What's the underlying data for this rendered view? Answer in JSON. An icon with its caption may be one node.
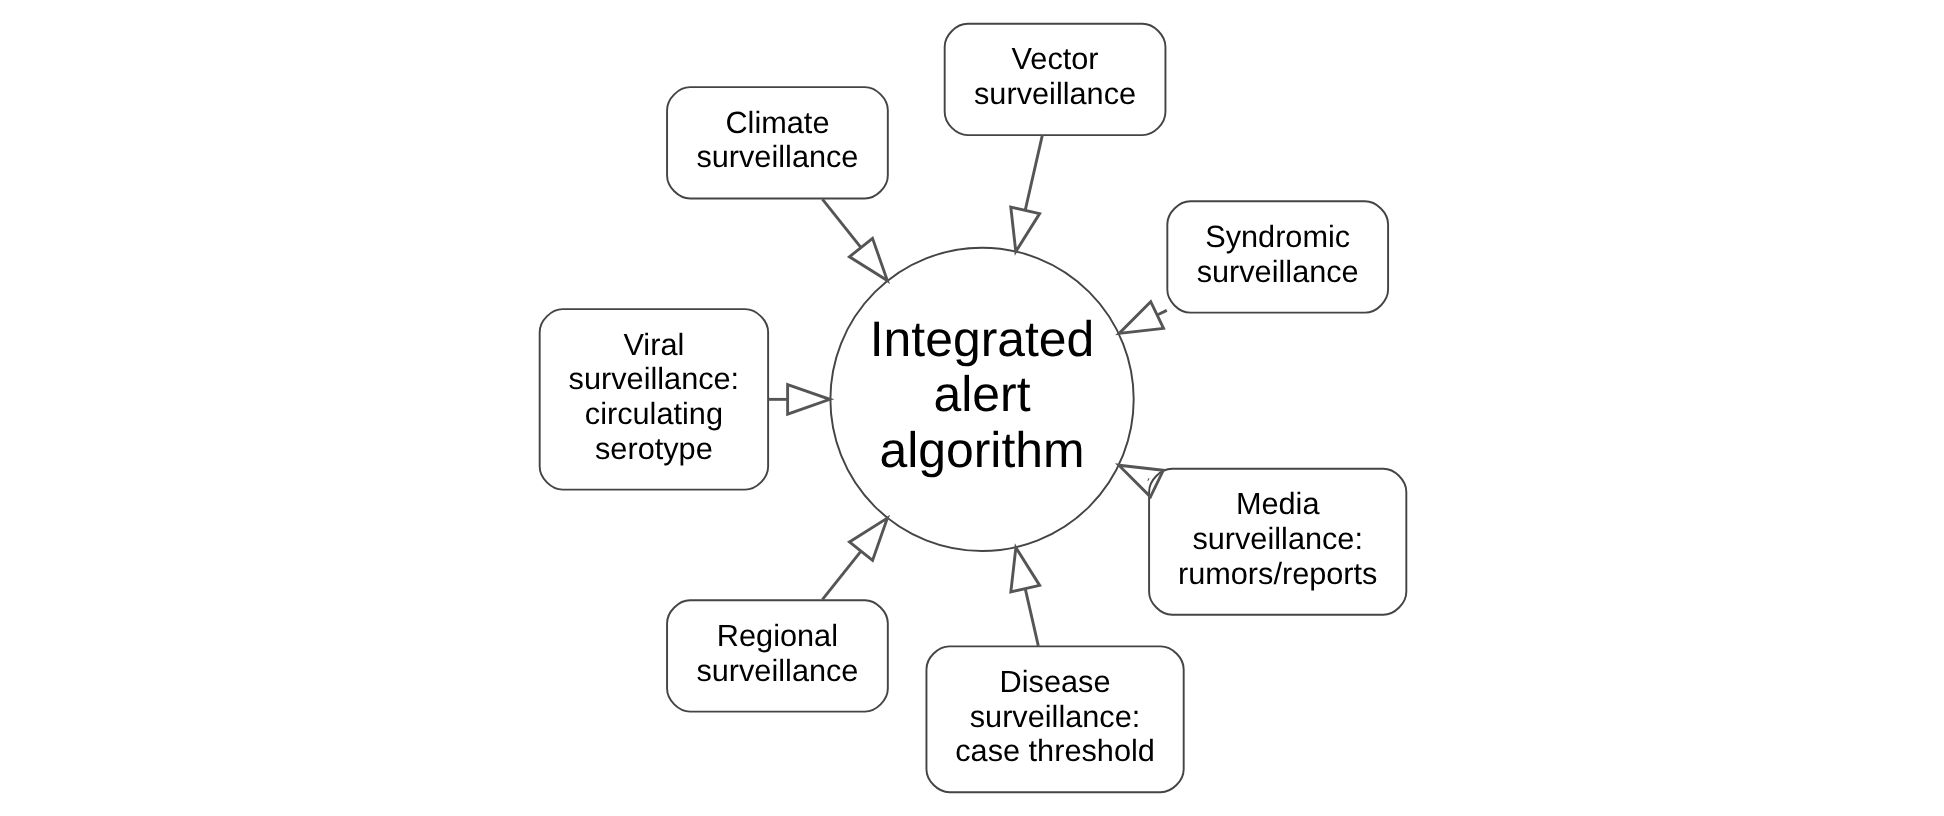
{
  "diagram": {
    "nodes": [
      {
        "text": [
          "Syndromic surveillance"
        ]
      },
      {
        "text": [
          "Vector surveillance"
        ]
      },
      {
        "text": [
          "Climate surveillance"
        ]
      },
      {
        "text": [
          "Viral surveillance: circulating serotype"
        ]
      },
      {
        "text": [
          "Regional surveillance"
        ]
      },
      {
        "text": [
          "Disease surveillance: case threshold"
        ]
      },
      {
        "text": [
          "Integrated alert algorithm"
        ]
      },
      {
        "text": [
          "Media surveillance: rumors/reports"
        ]
      }
    ],
    "edges": [
      {
        "from": 0,
        "to": 6,
        "arrow": "to"
      },
      {
        "from": 2,
        "to": 6,
        "arrow": "to"
      },
      {
        "from": 4,
        "to": 6,
        "arrow": "to"
      },
      {
        "from": 7,
        "to": 6,
        "arrow": "to"
      },
      {
        "from": 5,
        "to": 6,
        "arrow": "to"
      },
      {
        "from": 3,
        "to": 6,
        "arrow": "to"
      },
      {
        "from": 1,
        "to": 6,
        "arrow": "to"
      }
    ]
  }
}
